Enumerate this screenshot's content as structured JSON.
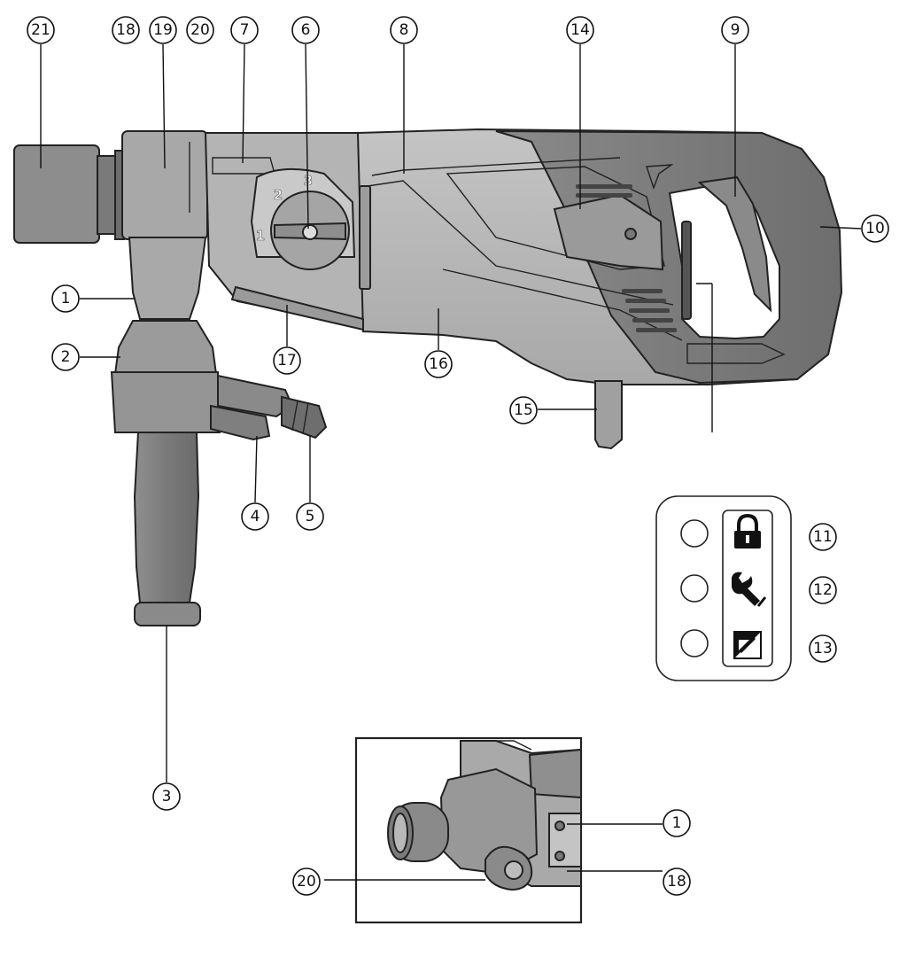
{
  "callouts": {
    "c1": "1",
    "c2": "2",
    "c3": "3",
    "c4": "4",
    "c5": "5",
    "c6": "6",
    "c7": "7",
    "c8": "8",
    "c9": "9",
    "c10": "10",
    "c11": "11",
    "c12": "12",
    "c13": "13",
    "c14": "14",
    "c15": "15",
    "c16": "16",
    "c17": "17",
    "c18": "18",
    "c19": "19",
    "c20": "20",
    "c21": "21"
  },
  "inset_callouts": {
    "c1": "1",
    "c18": "18",
    "c20": "20"
  },
  "dial": {
    "d1": "1",
    "d2": "2",
    "d3": "3"
  },
  "indicator_panel": {
    "icons": [
      "lock-icon",
      "wrench-icon",
      "brush-wear-icon"
    ]
  },
  "colors": {
    "body_light": "#b9b9b9",
    "body_mid": "#9d9d9d",
    "body_dark": "#7c7c7c",
    "outline": "#222222",
    "background": "#ffffff"
  }
}
